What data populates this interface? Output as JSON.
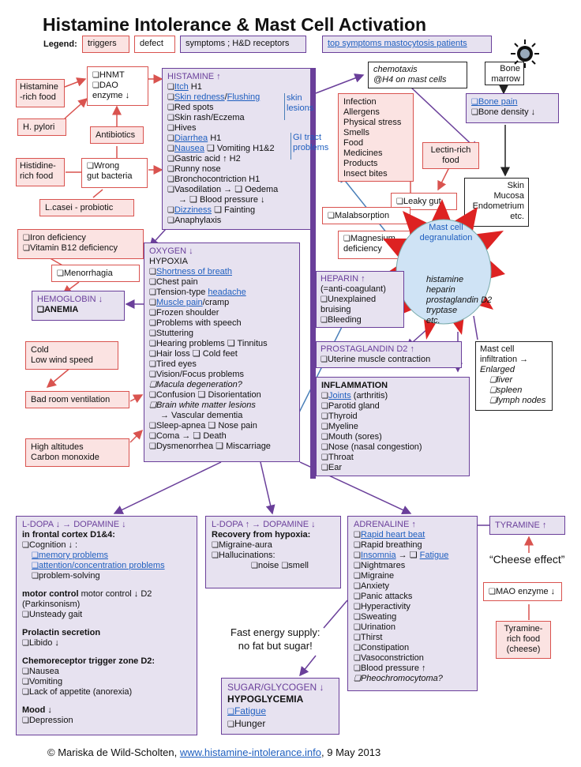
{
  "title": "Histamine Intolerance & Mast Cell Activation",
  "legend": {
    "label": "Legend:",
    "triggers": "triggers",
    "defect": "defect",
    "symptoms": "symptoms ; H&D receptors",
    "top": "top symptoms mastocytosis patients"
  },
  "triggers": {
    "histamine_food": "Histamine\n-rich food",
    "h_pylori": "H. pylori",
    "antibiotics": "Antibiotics",
    "histidine_food": "Histidine-\nrich food",
    "lcasei": "L.casei - probiotic",
    "cold": "Cold\nLow wind speed",
    "bad_ventilation": "Bad room ventilation",
    "altitude": "High altitudes\nCarbon monoxide",
    "iron": "Iron deficiency",
    "b12": "Vitamin B12 deficiency",
    "infection": [
      "Infection",
      "Allergens",
      "Physical stress",
      "Smells",
      "Food",
      "Medicines",
      "Products",
      "Insect bites"
    ],
    "lectin": "Lectin-rich\nfood",
    "tyramine_food": "Tyramine-\nrich food\n(cheese)"
  },
  "defects": {
    "hnmt": "HNMT",
    "dao": "DAO",
    "enzyme": "enzyme",
    "wrong_bacteria": "Wrong\ngut bacteria",
    "menorrhagia": "Menorrhagia",
    "malabsorption": "Malabsorption",
    "leaky_gut": "Leaky gut",
    "magnesium": "Magnesium\ndeficiency",
    "mao": "MAO enzyme"
  },
  "histamine": {
    "header": "HISTAMINE",
    "items": [
      {
        "t": "Itch",
        "link": true,
        "s": " H1"
      },
      {
        "t": "Skin redness",
        "link": true,
        "s": "/",
        "t2": "Flushing"
      },
      {
        "t": "Red spots"
      },
      {
        "t": "Skin rash/Eczema"
      },
      {
        "t": "Hives"
      },
      {
        "t": "Diarrhea",
        "link": true,
        "s": " H1"
      },
      {
        "t": "Nausea",
        "link": true,
        "s": " ❏ Vomiting H1&2"
      },
      {
        "t": "Gastric acid ↑ H2"
      },
      {
        "t": "Runny nose"
      },
      {
        "t": "Bronchocontriction H1"
      },
      {
        "t": "Vasodilation → ❏ Oedema"
      },
      {
        "t": "→ ❏ Blood pressure ↓",
        "noCb": true
      },
      {
        "t": "Dizziness",
        "link": true,
        "s": " ❏ Fainting"
      },
      {
        "t": "Anaphylaxis"
      }
    ],
    "skin_lesions": "skin\nlesions",
    "gi_tract": "GI tract\nproblems"
  },
  "chemotaxis": "chemotaxis\n@H4 on mast cells",
  "bone_marrow": "Bone\nmarrow",
  "bone": {
    "pain": "Bone pain",
    "density": "Bone density ↓"
  },
  "skin_mucosa": "Skin\nMucosa\nEndometrium\netc.",
  "mast_cell": {
    "title": "Mast cell\ndegranulation",
    "mediators": "histamine\nheparin\nprostaglandin D2\ntryptase\netc."
  },
  "heparin": {
    "header": "HEPARIN",
    "sub": "(=anti-coagulant)",
    "items": [
      "Unexplained\nbruising",
      "Bleeding"
    ]
  },
  "prostaglandin": {
    "header": "PROSTAGLANDIN D2",
    "item": "Uterine muscle contraction"
  },
  "infiltration": {
    "title": "Mast cell\ninfiltration →",
    "enlarged": "Enlarged",
    "items": [
      "liver",
      "spleen",
      "lymph nodes"
    ]
  },
  "oxygen": {
    "header": "OXYGEN",
    "sub": "HYPOXIA",
    "items": [
      {
        "t": "Shortness of breath",
        "link": true
      },
      {
        "t": "Chest pain"
      },
      {
        "t": "Tension-type ",
        "t2": "headache"
      },
      {
        "t": "Muscle pain",
        "link": true,
        "s": "/cramp"
      },
      {
        "t": "Frozen shoulder"
      },
      {
        "t": "Problems with speech"
      },
      {
        "t": "Stuttering"
      },
      {
        "t": "Hearing problems ❏ Tinnitus"
      },
      {
        "t": "Hair loss ❏ Cold feet"
      },
      {
        "t": "Tired eyes"
      },
      {
        "t": "Vision/Focus problems"
      },
      {
        "t": "Macula degeneration?",
        "it": true
      },
      {
        "t": "Confusion ❏ Disorientation"
      },
      {
        "t": "Brain white matter lesions",
        "it": true
      },
      {
        "t": "→ Vascular dementia",
        "noCb": true
      },
      {
        "t": "Sleep-apnea ❏ Nose pain"
      },
      {
        "t": "Coma → ❏ Death"
      },
      {
        "t": "Dysmenorrhea ❏ Miscarriage"
      }
    ]
  },
  "hemoglobin": {
    "header": "HEMOGLOBIN",
    "item": "ANEMIA"
  },
  "inflammation": {
    "header": "INFLAMMATION",
    "items": [
      {
        "t": "Joints",
        "link": true,
        "s": " (arthritis)"
      },
      {
        "t": "Parotid gland"
      },
      {
        "t": "Thyroid"
      },
      {
        "t": "Myeline"
      },
      {
        "t": "Mouth (sores)"
      },
      {
        "t": "Nose (nasal congestion)"
      },
      {
        "t": "Throat"
      },
      {
        "t": "Ear"
      }
    ]
  },
  "ldopa1": {
    "header": "L-DOPA ↓ → DOPAMINE ↓",
    "sub": "in frontal cortex D1&4:",
    "cognition": "Cognition ↓ :",
    "cog_items": [
      "memory problems",
      "attention/concentration problems",
      "problem-solving"
    ],
    "motor": "motor control ↓ D2 (Parkinsonism)",
    "gait": "Unsteady gait",
    "prolactin": "Prolactin secretion",
    "libido": "Libido ↓",
    "chemo": "Chemoreceptor trigger zone D2:",
    "chemo_items": [
      "Nausea",
      "Vomiting",
      "Lack of appetite (anorexia)"
    ],
    "mood": "Mood ↓",
    "depression": "Depression"
  },
  "ldopa2": {
    "header": "L-DOPA ↑ → DOPAMINE ↓",
    "sub": "Recovery from hypoxia:",
    "items": [
      "Migraine-aura",
      "Hallucinations:"
    ],
    "noise": "noise",
    "smell": "smell"
  },
  "adrenaline": {
    "header": "ADRENALINE",
    "items": [
      {
        "t": "Rapid heart beat",
        "link": true
      },
      {
        "t": "Rapid breathing"
      },
      {
        "t": "Insomnia",
        "link": true,
        "s": " → ❏ ",
        "t2": "Fatigue"
      },
      {
        "t": "Nightmares"
      },
      {
        "t": "Migraine"
      },
      {
        "t": "Anxiety"
      },
      {
        "t": "Panic attacks"
      },
      {
        "t": "Hyperactivity"
      },
      {
        "t": "Sweating"
      },
      {
        "t": "Urination"
      },
      {
        "t": "Thirst"
      },
      {
        "t": "Constipation"
      },
      {
        "t": "Vasoconstriction"
      },
      {
        "t": "Blood pressure ↑"
      },
      {
        "t": "Pheochromocytoma?",
        "it": true
      }
    ]
  },
  "tyramine": "TYRAMINE",
  "cheese": "“Cheese effect”",
  "fast_energy": "Fast energy supply:\nno fat but sugar!",
  "sugar": {
    "header": "SUGAR/GLYCOGEN",
    "sub": "HYPOGLYCEMIA",
    "items": [
      "Fatigue",
      "Hunger"
    ]
  },
  "footer": {
    "prefix": "© Mariska de Wild-Scholten, ",
    "link": "www.histamine-intolerance.info",
    "suffix": ", 9 May 2013"
  }
}
